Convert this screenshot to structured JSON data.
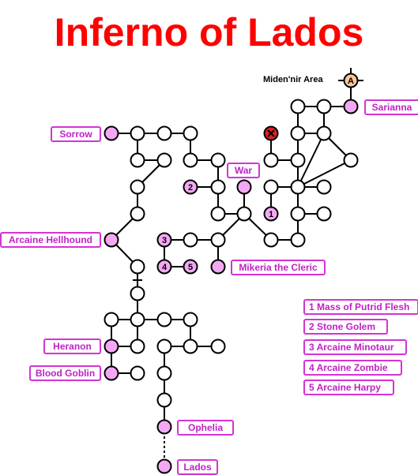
{
  "title": "Inferno of Lados",
  "area_marker": {
    "name": "Miden'nir Area",
    "letter": "A",
    "color": "#f8c89a"
  },
  "colors": {
    "title": "#ff0000",
    "boss_node": "#f4a8f4",
    "label_border": "#d433d4",
    "label_text": "#c020c8",
    "danger": "#e02020"
  },
  "bosses": {
    "sarianna": "Sarianna",
    "sorrow": "Sorrow",
    "war": "War",
    "arcaine_hellhound": "Arcaine Hellhound",
    "mikeria": "Mikeria the Cleric",
    "heranon": "Heranon",
    "blood_goblin": "Blood Goblin",
    "ophelia": "Ophelia",
    "lados": "Lados"
  },
  "numbered_nodes": [
    "1",
    "2",
    "3",
    "4",
    "5"
  ],
  "legend": [
    "1 Mass of Putrid Flesh",
    "2 Stone Golem",
    "3 Arcaine Minotaur",
    "4 Arcaine Zombie",
    "5 Arcaine Harpy"
  ],
  "icons": {
    "danger": "x-circle-icon",
    "area": "crosshair-marker-icon"
  }
}
